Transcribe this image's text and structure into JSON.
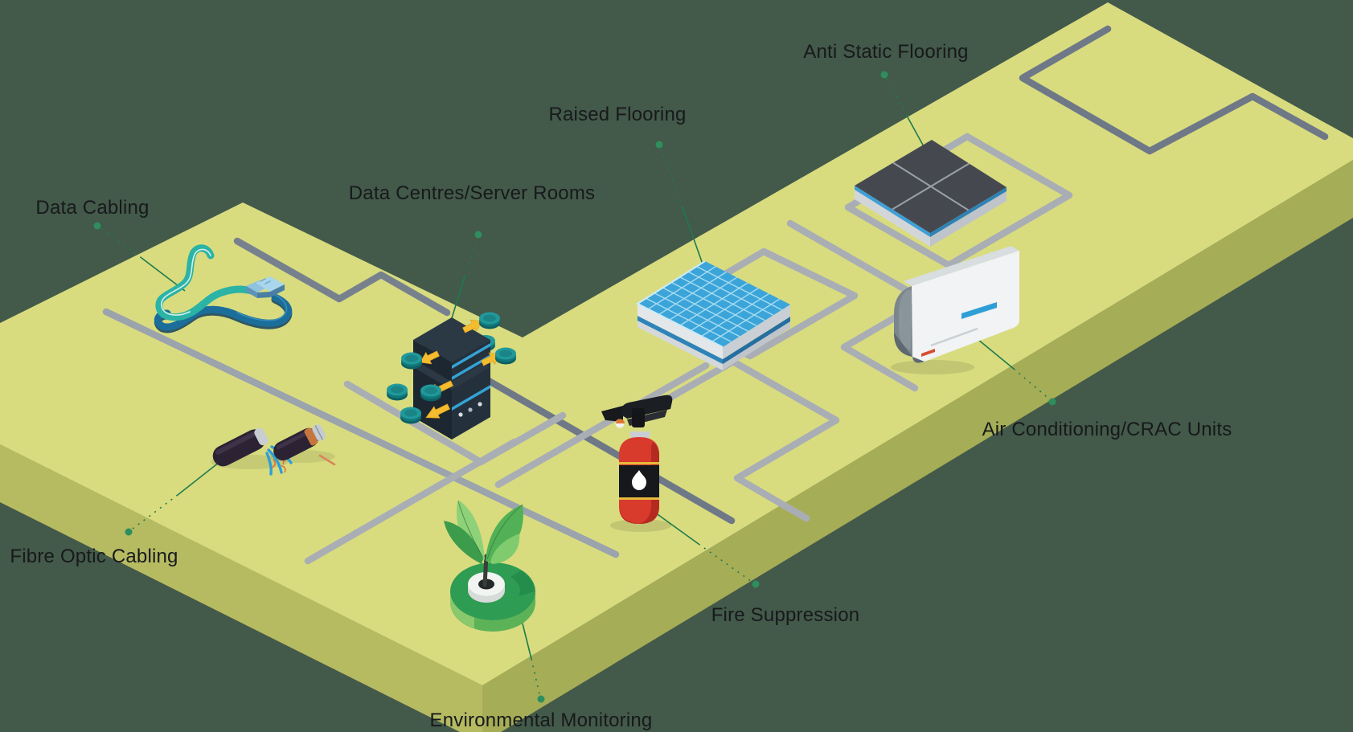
{
  "diagram": {
    "type": "isometric-infographic",
    "subject": "Data centre and structured cabling services on a circuit-board floor",
    "background_color": "#43594A",
    "floor": {
      "top_color": "#D8DC7F",
      "left_face_color": "#B6BB62",
      "right_face_color": "#A6AD57"
    },
    "trace_colors": {
      "light": "#A9AEB5",
      "dark": "#6E7887"
    },
    "leader": {
      "line_color": "#1F7A4E",
      "dot_color": "#2E8E5E"
    },
    "items": [
      {
        "id": "data-cabling",
        "label": "Data Cabling",
        "icon": "ethernet-cable-icon"
      },
      {
        "id": "data-centres",
        "label": "Data Centres/Server Rooms",
        "icon": "server-rack-icon"
      },
      {
        "id": "raised-flooring",
        "label": "Raised Flooring",
        "icon": "raised-floor-tile-icon"
      },
      {
        "id": "anti-static-flooring",
        "label": "Anti Static Flooring",
        "icon": "anti-static-tile-icon"
      },
      {
        "id": "air-conditioning",
        "label": "Air Conditioning/CRAC Units",
        "icon": "air-conditioner-icon"
      },
      {
        "id": "fire-suppression",
        "label": "Fire Suppression",
        "icon": "fire-extinguisher-icon"
      },
      {
        "id": "environmental-monitoring",
        "label": "Environmental Monitoring",
        "icon": "plant-sensor-icon"
      },
      {
        "id": "fibre-optic-cabling",
        "label": "Fibre Optic Cabling",
        "icon": "fibre-optic-cable-icon"
      }
    ]
  }
}
